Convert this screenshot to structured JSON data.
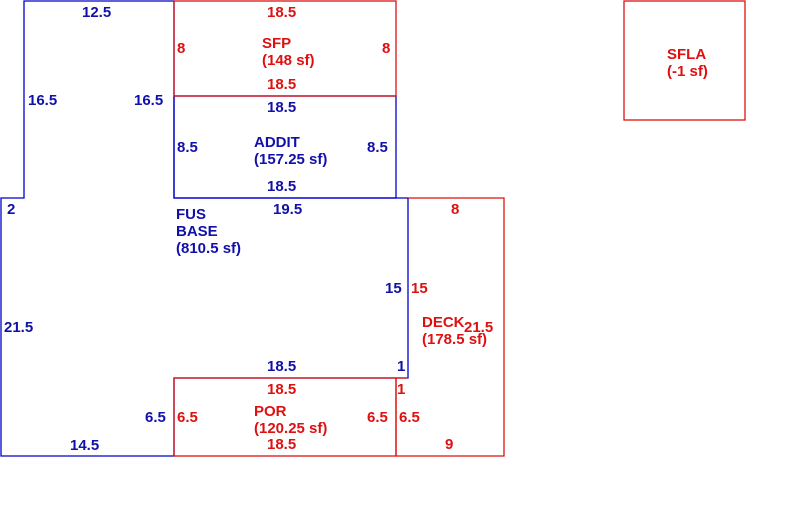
{
  "colors": {
    "blue": "#1111aa",
    "red": "#dd1111"
  },
  "areas": {
    "sfp": {
      "name": "SFP",
      "area": "(148 sf)"
    },
    "addit": {
      "name": "ADDIT",
      "area": "(157.25 sf)"
    },
    "fus": {
      "name1": "FUS",
      "name2": "BASE",
      "area": "(810.5 sf)"
    },
    "deck": {
      "name": "DECK",
      "area": "(178.5 sf)"
    },
    "por": {
      "name": "POR",
      "area": "(120.25 sf)"
    },
    "sfla": {
      "name": "SFLA",
      "area": "(-1 sf)"
    }
  },
  "dims": {
    "top_left_width": "12.5",
    "left_upper_outer": "16.5",
    "left_upper_inner": "16.5",
    "left_step": "2",
    "left_lower": "21.5",
    "bottom_left": "14.5",
    "inner_step": "6.5",
    "sfp_top": "18.5",
    "sfp_left": "8",
    "sfp_right": "8",
    "sfp_bottom": "18.5",
    "addit_top": "18.5",
    "addit_left": "8.5",
    "addit_right": "8.5",
    "addit_bottom": "18.5",
    "fus_top": "19.5",
    "fus_right": "15",
    "fus_bottom": "18.5",
    "fus_step": "1",
    "deck_top": "8",
    "deck_left": "15",
    "deck_right": "21.5",
    "deck_step": "1",
    "deck_lower_left": "6.5",
    "deck_bottom": "9",
    "por_top": "18.5",
    "por_left": "6.5",
    "por_right": "6.5",
    "por_bottom": "18.5"
  }
}
